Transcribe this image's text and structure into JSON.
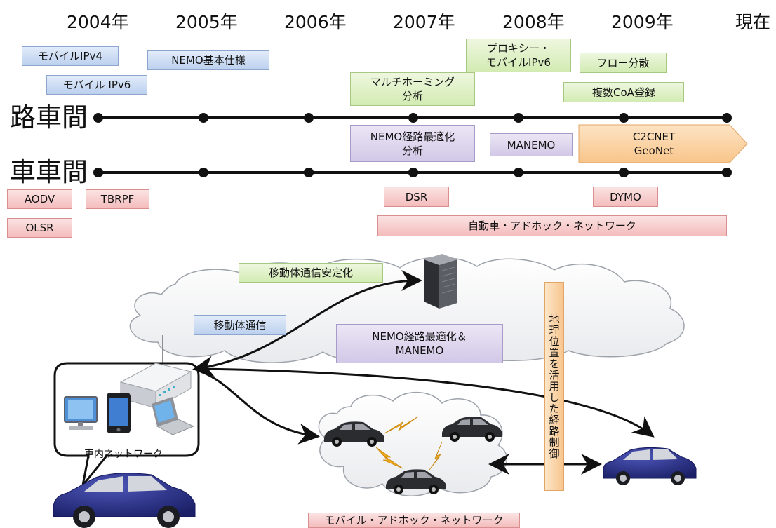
{
  "years": [
    "2004年",
    "2005年",
    "2006年",
    "2007年",
    "2008年",
    "2009年",
    "現在"
  ],
  "rows": {
    "road_vehicle": "路車間",
    "vehicle_vehicle": "車車間"
  },
  "road_vehicle_items": {
    "mobile_ipv4": "モバイルIPv4",
    "mobile_ipv6": "モバイル IPv6",
    "nemo_basic": "NEMO基本仕様",
    "multihoming": "マルチホーミング\n分析",
    "proxy_mobile": "プロキシー・\nモバイルIPv6",
    "flow_dist": "フロー分散",
    "multi_coa": "複数CoA登録",
    "nemo_route": "NEMO経路最適化\n分析",
    "manemo": "MANEMO",
    "c2cnet": "C2CNET\nGeoNet"
  },
  "vehicle_vehicle_items": {
    "aodv": "AODV",
    "tbrpf": "TBRPF",
    "olsr": "OLSR",
    "dsr": "DSR",
    "dymo": "DYMO",
    "auto_adhoc": "自動車・アドホック・ネットワーク"
  },
  "diagram": {
    "stabilization": "移動体通信安定化",
    "mobile_comm": "移動体通信",
    "nemo_manemo": "NEMO経路最適化＆\nMANEMO",
    "geo_routing": "地理位置を活用した経路制御",
    "in_vehicle": "車内ネットワーク",
    "mobile_adhoc": "モバイル・アドホック・ネットワーク"
  },
  "colors": {
    "blue": "#c9d9f1",
    "green": "#dff0c7",
    "purple": "#ddd5ee",
    "red": "#f8cccc",
    "orange": "#fbd4a8",
    "car": "#232a7a",
    "lightning": "#f0a81d"
  }
}
